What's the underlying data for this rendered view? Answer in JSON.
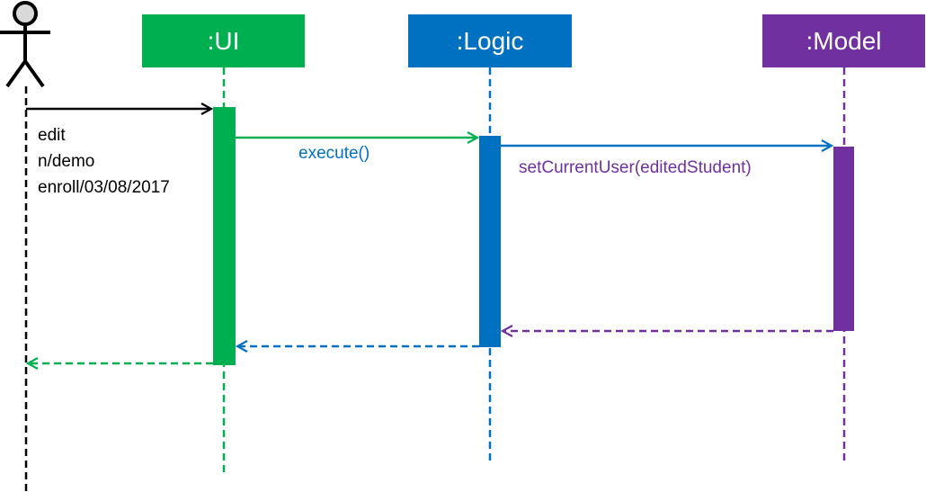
{
  "participants": {
    "ui": {
      "label": ":UI",
      "color": "#00b050"
    },
    "logic": {
      "label": ":Logic",
      "color": "#0070c0"
    },
    "model": {
      "label": ":Model",
      "color": "#7030a0"
    }
  },
  "actor": {
    "icon": "stick-figure-actor-icon",
    "color": "#000000"
  },
  "messages": {
    "user_command": {
      "lines": [
        "edit",
        "n/demo",
        "enroll/03/08/2017"
      ],
      "color": "#000000"
    },
    "execute": {
      "label": "execute()",
      "color": "#0070c0"
    },
    "set_current_user": {
      "label": "setCurrentUser(editedStudent)",
      "color": "#7030a0"
    }
  }
}
